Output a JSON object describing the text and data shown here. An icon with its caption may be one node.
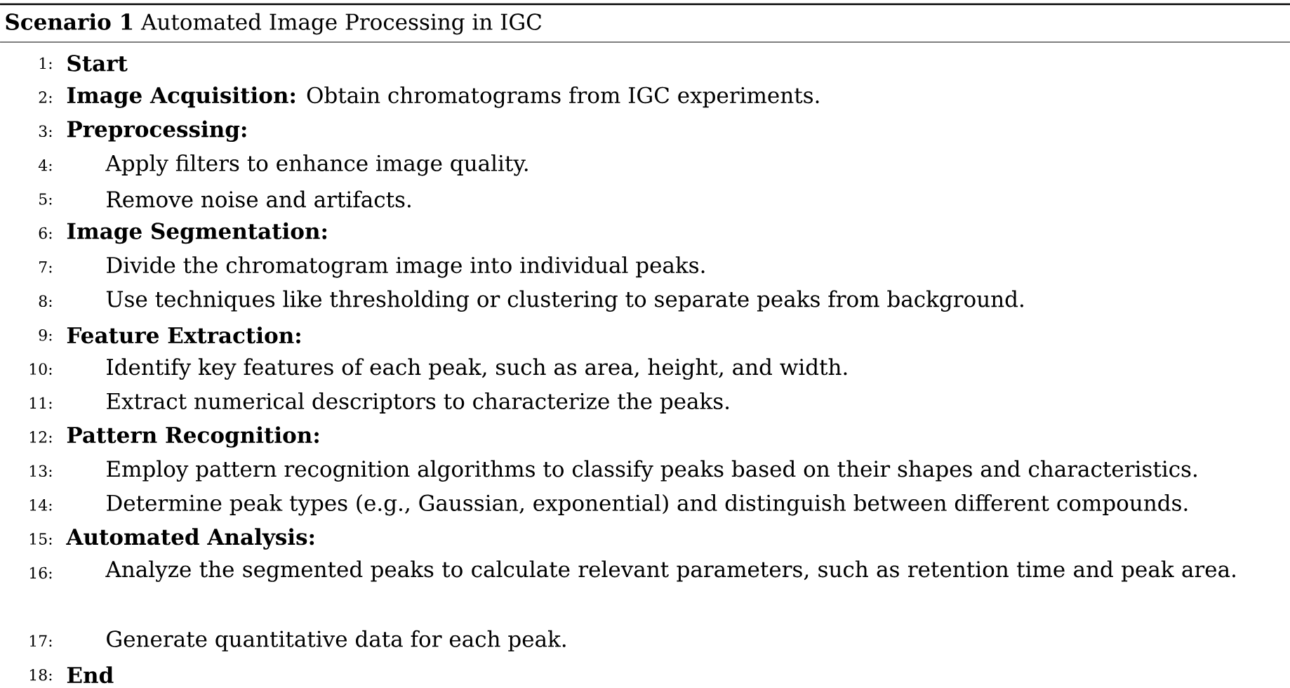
{
  "diagram": {
    "title": "**Scenario 1** Automated Image Processing in IGC",
    "labels": [
      "1:",
      "Start",
      "2:",
      "**Image Acquisition:** Obtain chromatograms from IGC experiments.",
      "3:",
      "Preprocessing:",
      "4:",
      "Apply filters to enhance image quality.",
      "5:",
      "Remove noise and artifacts.",
      "6:",
      "Image Segmentation:",
      "7:",
      "Divide the chromatogram image into individual peaks.",
      "8:",
      "Use techniques like thresholding or clustering to separate peaks from background.",
      "9:",
      "Feature Extraction:",
      "10:",
      "Identify key features of each peak, such as area, height, and width.",
      "11:",
      "Extract numerical descriptors to characterize the peaks.",
      "12:",
      "Pattern Recognition:",
      "13:",
      "Employ pattern recognition algorithms to classify peaks based on their shapes and characteristics.",
      "14:",
      "Determine peak types (e.g., Gaussian, exponential) and distinguish between different compounds.",
      "15:",
      "Automated Analysis:",
      "16:",
      "Analyze the segmented peaks to calculate relevant parameters, such as retention time and peak area.",
      "17:",
      "Generate quantitative data for each peak.",
      "18:",
      "End"
    ]
  }
}
